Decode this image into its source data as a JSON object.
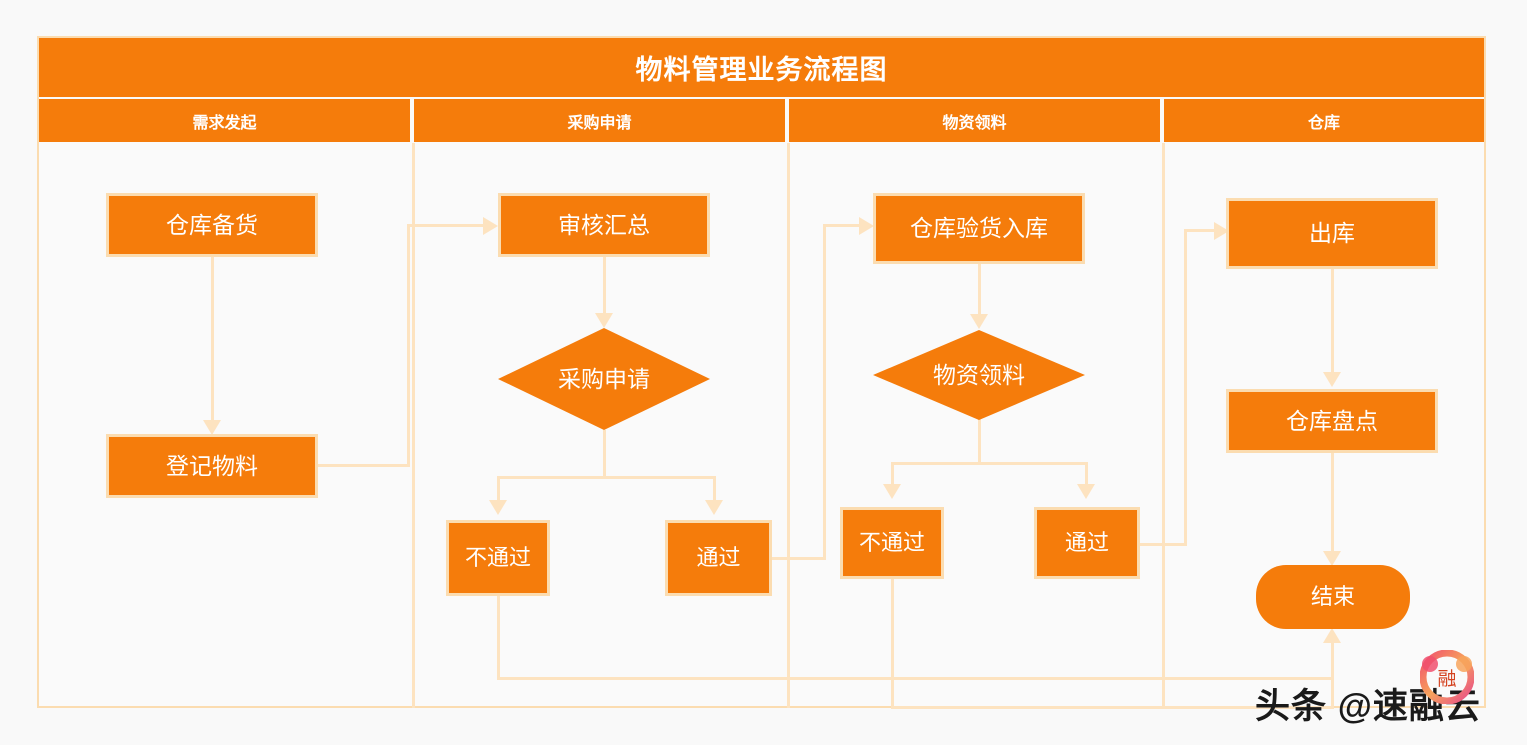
{
  "diagram": {
    "title": "物料管理业务流程图",
    "lanes": [
      {
        "label": "需求发起"
      },
      {
        "label": "采购申请"
      },
      {
        "label": "物资领料"
      },
      {
        "label": "仓库"
      }
    ],
    "nodes": [
      {
        "id": "n1",
        "label": "仓库备货",
        "shape": "process",
        "lane": 0
      },
      {
        "id": "n2",
        "label": "登记物料",
        "shape": "process",
        "lane": 0
      },
      {
        "id": "n3",
        "label": "审核汇总",
        "shape": "process",
        "lane": 1
      },
      {
        "id": "n4",
        "label": "采购申请",
        "shape": "decision",
        "lane": 1
      },
      {
        "id": "n5",
        "label": "不通过",
        "shape": "process",
        "lane": 1
      },
      {
        "id": "n6",
        "label": "通过",
        "shape": "process",
        "lane": 1
      },
      {
        "id": "n7",
        "label": "仓库验货入库",
        "shape": "process",
        "lane": 2
      },
      {
        "id": "n8",
        "label": "物资领料",
        "shape": "decision",
        "lane": 2
      },
      {
        "id": "n9",
        "label": "不通过",
        "shape": "process",
        "lane": 2
      },
      {
        "id": "n10",
        "label": "通过",
        "shape": "process",
        "lane": 2
      },
      {
        "id": "n11",
        "label": "出库",
        "shape": "process",
        "lane": 3
      },
      {
        "id": "n12",
        "label": "仓库盘点",
        "shape": "process",
        "lane": 3
      },
      {
        "id": "n13",
        "label": "结束",
        "shape": "terminal",
        "lane": 3
      }
    ],
    "edges": [
      {
        "from": "n1",
        "to": "n2"
      },
      {
        "from": "n2",
        "to": "n3"
      },
      {
        "from": "n3",
        "to": "n4"
      },
      {
        "from": "n4",
        "to": "n5"
      },
      {
        "from": "n4",
        "to": "n6"
      },
      {
        "from": "n6",
        "to": "n7"
      },
      {
        "from": "n7",
        "to": "n8"
      },
      {
        "from": "n8",
        "to": "n9"
      },
      {
        "from": "n8",
        "to": "n10"
      },
      {
        "from": "n10",
        "to": "n11"
      },
      {
        "from": "n11",
        "to": "n12"
      },
      {
        "from": "n12",
        "to": "n13"
      },
      {
        "from": "n5",
        "to": "n13"
      },
      {
        "from": "n9",
        "to": "n13"
      }
    ],
    "colors": {
      "node_fill": "#f57c0b",
      "node_border": "#fbdcb0",
      "connector": "#fde3c0",
      "header_fill": "#f57c0b",
      "text": "#ffffff",
      "canvas": "#f9f9f9"
    }
  },
  "watermark": {
    "text": "头条 @速融云",
    "logo_glyph": "融"
  }
}
